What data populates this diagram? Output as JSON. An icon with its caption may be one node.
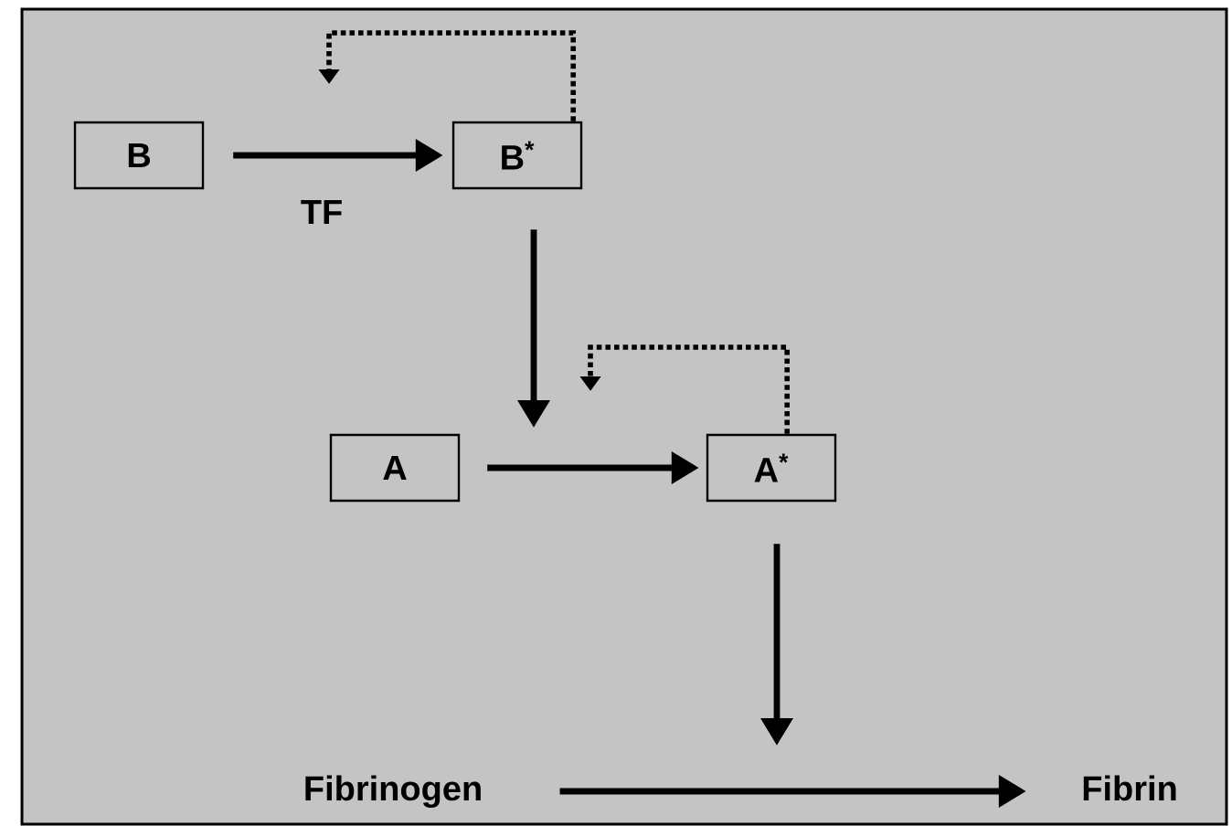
{
  "diagram": {
    "nodes": [
      {
        "text": [
          "B"
        ]
      },
      {
        "text": [
          "B$^{*}$"
        ]
      },
      {
        "text": [
          "A"
        ]
      },
      {
        "text": [
          "A$^{*}$"
        ]
      },
      {
        "text": [
          "Fibrinogen"
        ]
      },
      {
        "text": [
          "Fibrin"
        ]
      }
    ],
    "edges": [
      {
        "from": 0,
        "to": 1,
        "arrow": "to",
        "label": "TF"
      },
      {
        "from": 1,
        "to": null,
        "arrow": "to"
      },
      {
        "from": 1,
        "to": null,
        "arrow": "to",
        "style": "dashed"
      },
      {
        "from": 2,
        "to": 3,
        "arrow": "to"
      },
      {
        "from": 3,
        "to": null,
        "arrow": "to",
        "style": "dashed"
      },
      {
        "from": 3,
        "to": null,
        "arrow": "to"
      },
      {
        "from": 4,
        "to": 5,
        "arrow": "to"
      }
    ]
  }
}
